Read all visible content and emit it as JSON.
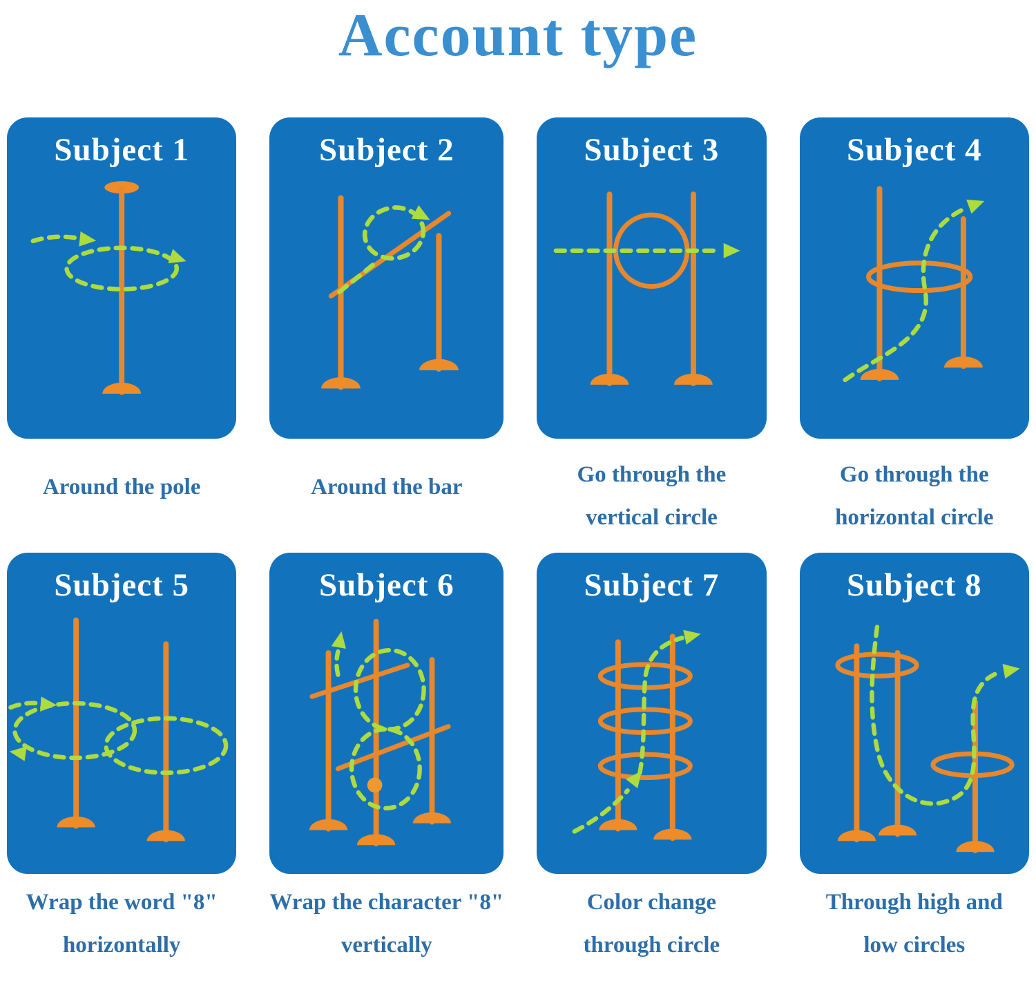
{
  "page_title": "Account type",
  "cards": [
    {
      "title": "Subject 1",
      "caption_line1": "Around the pole",
      "caption_line2": "",
      "diagram_icon": "around-pole-diagram"
    },
    {
      "title": "Subject 2",
      "caption_line1": "Around the bar",
      "caption_line2": "",
      "diagram_icon": "around-bar-diagram"
    },
    {
      "title": "Subject 3",
      "caption_line1": "Go through the",
      "caption_line2": "vertical circle",
      "diagram_icon": "vertical-circle-diagram"
    },
    {
      "title": "Subject 4",
      "caption_line1": "Go through the",
      "caption_line2": "horizontal circle",
      "diagram_icon": "horizontal-circle-diagram"
    },
    {
      "title": "Subject 5",
      "caption_line1": "Wrap the word \"8\"",
      "caption_line2": "horizontally",
      "diagram_icon": "horizontal-figure-eight-diagram"
    },
    {
      "title": "Subject 6",
      "caption_line1": "Wrap the character \"8\"",
      "caption_line2": "vertically",
      "diagram_icon": "vertical-figure-eight-diagram"
    },
    {
      "title": "Subject 7",
      "caption_line1": "Color change",
      "caption_line2": "through circle",
      "diagram_icon": "stacked-circles-diagram"
    },
    {
      "title": "Subject 8",
      "caption_line1": "Through high and",
      "caption_line2": "low circles",
      "diagram_icon": "high-low-circles-diagram"
    }
  ],
  "colors": {
    "background": "#FFFFFF",
    "title_blue": "#3A8FD0",
    "card_blue": "#1273BC",
    "caption_blue": "#2D6EA8",
    "equipment_orange": "#E8872B",
    "path_green": "#AEDB3E"
  }
}
